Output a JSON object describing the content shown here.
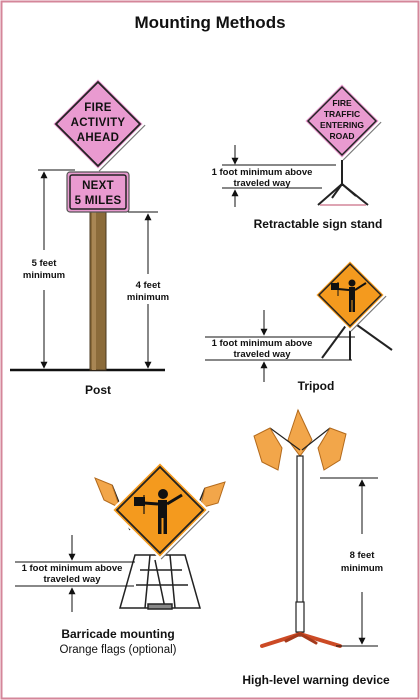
{
  "title": "Mounting Methods",
  "colors": {
    "frame": "#d4869a",
    "fire_sign_pink": "#e99ad0",
    "warning_orange": "#f49a1e",
    "post_wood": "#8b6b3a",
    "flag_orange": "#f2a64a"
  },
  "post": {
    "sign_lines": [
      "FIRE",
      "ACTIVITY",
      "AHEAD"
    ],
    "plaque_lines": [
      "NEXT",
      "5 MILES"
    ],
    "measure_5": [
      "5 feet",
      "minimum"
    ],
    "measure_4": [
      "4 feet",
      "minimum"
    ],
    "caption": "Post"
  },
  "stand": {
    "sign_lines": [
      "FIRE",
      "TRAFFIC",
      "ENTERING",
      "ROAD"
    ],
    "measure": [
      "1 foot minimum above",
      "traveled way"
    ],
    "caption": "Retractable sign stand"
  },
  "tripod": {
    "sign_icon": "flagger-icon",
    "measure": [
      "1 foot minimum above",
      "traveled way"
    ],
    "caption": "Tripod"
  },
  "barricade": {
    "sign_icon": "flagger-icon",
    "measure": [
      "1 foot minimum above",
      "traveled way"
    ],
    "caption": "Barricade mounting",
    "subcaption": "Orange flags (optional)"
  },
  "highlevel": {
    "measure": [
      "8 feet",
      "minimum"
    ],
    "caption": "High-level warning device"
  }
}
